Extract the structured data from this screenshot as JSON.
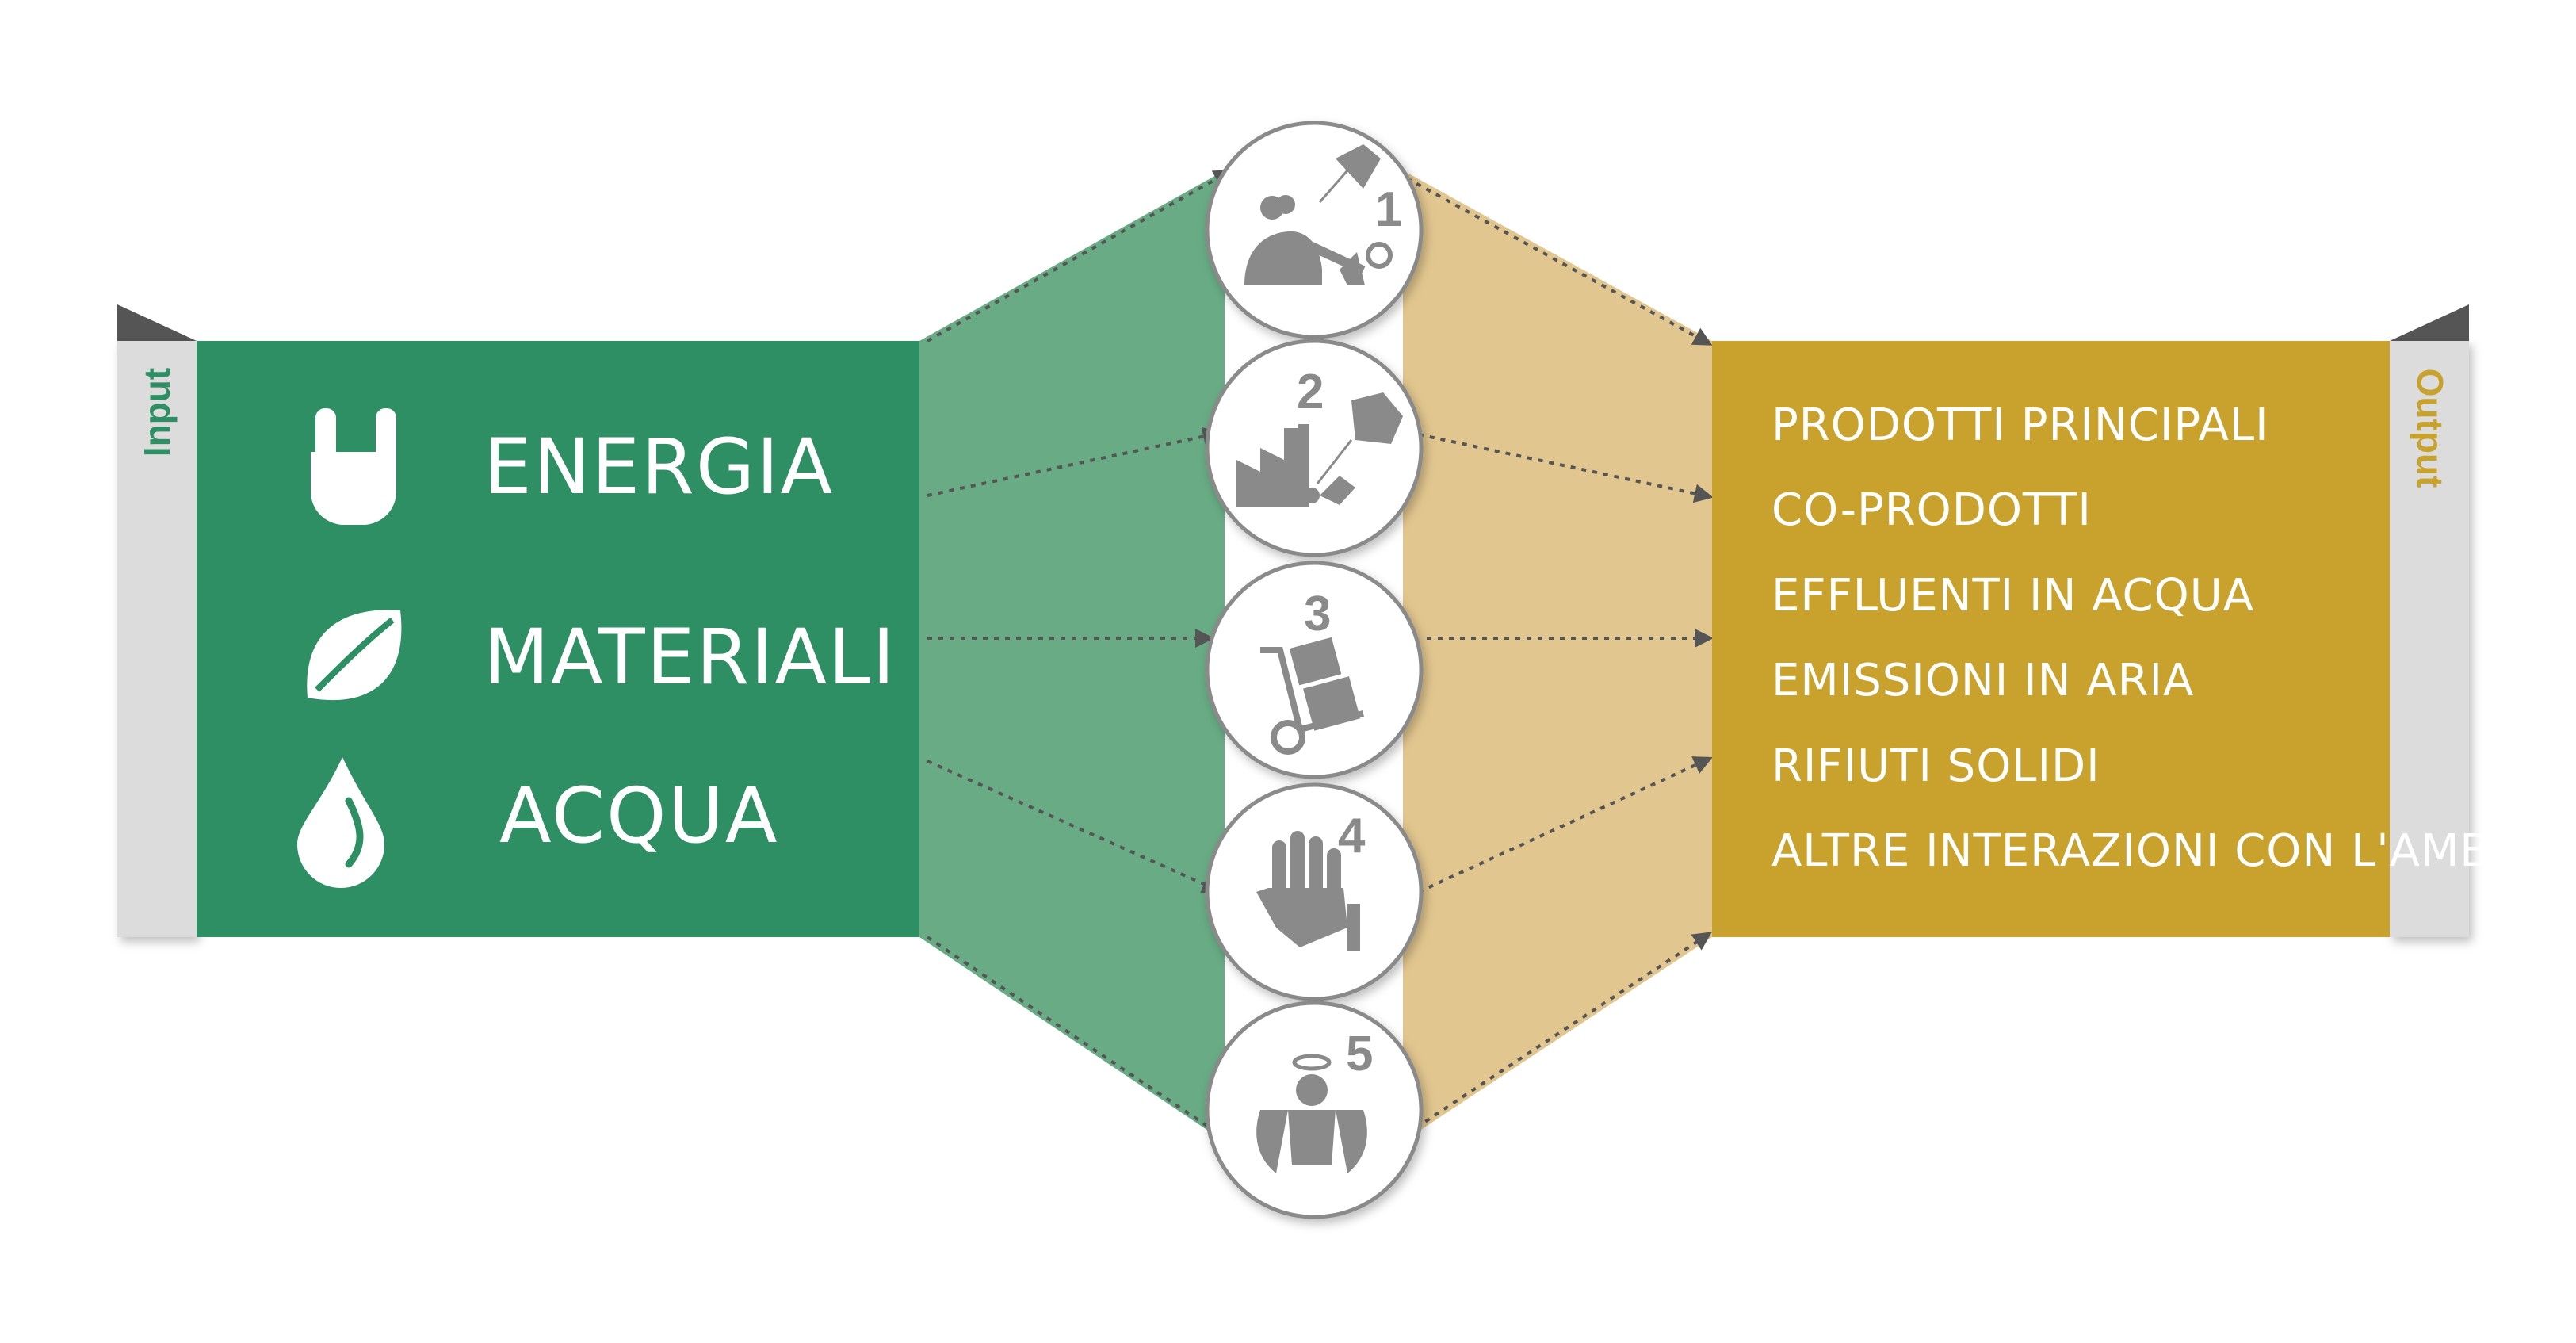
{
  "input_tab": {
    "label": "Input",
    "color": "#2e8f65"
  },
  "output_tab": {
    "label": "Output",
    "color": "#c8a22c"
  },
  "inputs": [
    {
      "label": "ENERGIA",
      "icon": "plug-icon"
    },
    {
      "label": "MATERIALI",
      "icon": "leaf-icon"
    },
    {
      "label": "ACQUA",
      "icon": "water-drop-icon"
    }
  ],
  "outputs": [
    "PRODOTTI PRINCIPALI",
    "CO-PRODOTTI",
    "EFFLUENTI IN ACQUA",
    "EMISSIONI IN ARIA",
    "RIFIUTI SOLIDI",
    "ALTRE INTERAZIONI CON L'AMBIENTE"
  ],
  "stages": [
    {
      "number": "1",
      "icon": "mining-extraction-icon"
    },
    {
      "number": "2",
      "icon": "factory-production-icon"
    },
    {
      "number": "3",
      "icon": "hand-truck-distribution-icon"
    },
    {
      "number": "4",
      "icon": "hand-use-icon"
    },
    {
      "number": "5",
      "icon": "angel-end-of-life-icon"
    }
  ],
  "colors": {
    "input_green": "#2e8f65",
    "funnel_green": "#68ab84",
    "funnel_tan": "#e2c68f",
    "output_gold": "#c8a22c",
    "tab_grey": "#dcdcdc",
    "icon_grey": "#8a8a8a"
  }
}
